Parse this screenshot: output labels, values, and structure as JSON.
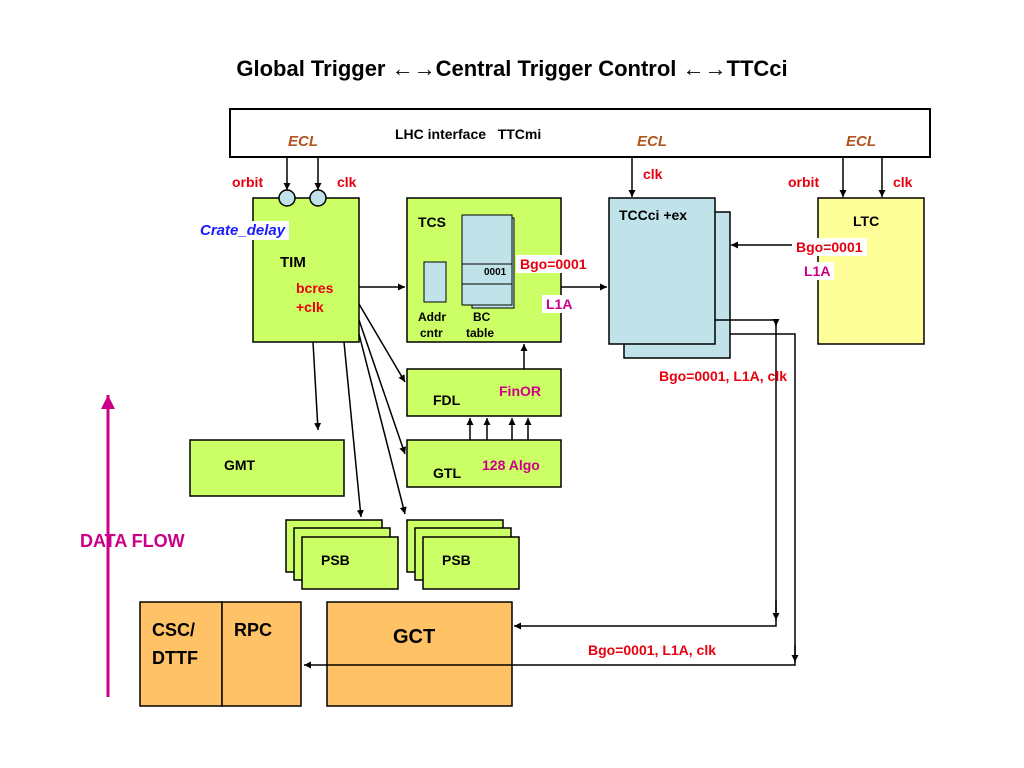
{
  "title": "Global Trigger ←→Central Trigger Control ←→TTCci",
  "colors": {
    "green_box": "#ccff66",
    "blue_box": "#bfe3e8",
    "yellow_box": "#ffff99",
    "orange_box": "#ffc266",
    "data_flow": "#cc0088",
    "signal_red": "#e8000f"
  },
  "lhc": {
    "label": "LHC interface   TTCmi",
    "ecl": [
      "ECL",
      "ECL",
      "ECL"
    ]
  },
  "tim": {
    "orbit": "orbit",
    "clk": "clk",
    "crate_delay": "Crate_delay",
    "name": "TIM",
    "bcres": "bcres",
    "plus_clk": "+clk"
  },
  "tcs": {
    "name": "TCS",
    "reg_value": "0001",
    "addr": "Addr",
    "cntr": "cntr",
    "bc": "BC",
    "table": "table"
  },
  "fdl": {
    "name": "FDL",
    "finor": "FinOR"
  },
  "gtl": {
    "name": "GTL",
    "algo": "128 Algo"
  },
  "gmt": {
    "name": "GMT"
  },
  "psb": {
    "left": "PSB",
    "right": "PSB"
  },
  "ttcci": {
    "name": "TCCci +ex",
    "clk": "clk"
  },
  "ltc": {
    "name": "LTC",
    "orbit": "orbit",
    "clk": "clk",
    "bgo": "Bgo=0001",
    "l1a": "L1A"
  },
  "signals": {
    "tcs_bgo": "Bgo=0001",
    "tcs_l1a": "L1A",
    "bgo_l1a_clk_upper": "Bgo=0001, L1A, clk",
    "bgo_l1a_clk_lower": "Bgo=0001, L1A, clk"
  },
  "gct": {
    "name": "GCT"
  },
  "muon": {
    "csc": "CSC/",
    "dttf": "DTTF",
    "rpc": "RPC"
  },
  "data_flow": "DATA FLOW"
}
